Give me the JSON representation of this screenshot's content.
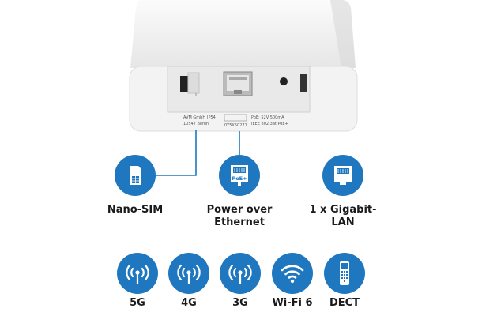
{
  "device": {
    "label_company": "AVM GmbH",
    "label_city": "10547 Berlin",
    "label_ip": "IP54",
    "label_poe": "PoE: 52V 500mA",
    "label_ieee": "IEEE 802.3at PoE+",
    "label_serial": "0Y5X50271"
  },
  "connectors": [
    {
      "name": "Nano-SIM",
      "line1": "Nano-SIM",
      "line2": "",
      "icon": "sim-card-icon"
    },
    {
      "name": "Power over Ethernet",
      "line1": "Power over",
      "line2": "Ethernet",
      "icon": "poe-port-icon",
      "icon_text": "PoE+"
    },
    {
      "name": "1 x Gigabit-LAN",
      "line1": "1 x Gigabit-",
      "line2": "LAN",
      "icon": "lan-port-icon"
    }
  ],
  "features": [
    {
      "label": "5G",
      "icon": "antenna-icon"
    },
    {
      "label": "4G",
      "icon": "antenna-icon"
    },
    {
      "label": "3G",
      "icon": "antenna-icon"
    },
    {
      "label": "Wi-Fi 6",
      "icon": "wifi-icon"
    },
    {
      "label": "DECT",
      "icon": "cordless-phone-icon"
    }
  ],
  "colors": {
    "accent": "#1f78bf",
    "line": "#1f78bf",
    "device_body": "#f2f2f2"
  }
}
